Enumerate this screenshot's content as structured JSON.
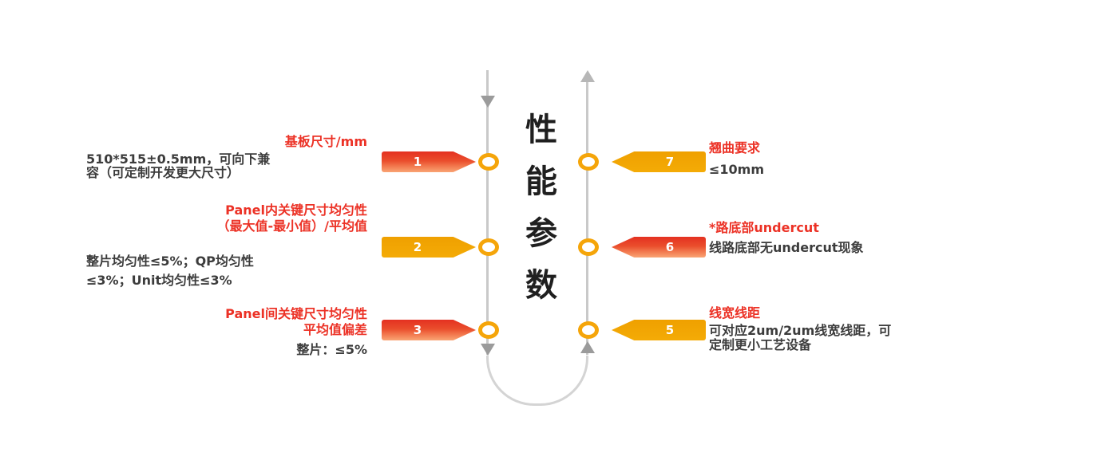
{
  "diagram": {
    "center_title": {
      "text": "性能参数",
      "chars": [
        "性",
        "能",
        "参",
        "数"
      ]
    },
    "left_items": [
      {
        "number": "1",
        "badge_color": "red",
        "title_lines": [
          "基板尺寸/mm"
        ],
        "body_lines": [
          "510*515±0.5mm，可向下兼",
          "容（可定制开发更大尺寸）"
        ]
      },
      {
        "number": "2",
        "badge_color": "orange",
        "title_lines": [
          "Panel内关键尺寸均匀性",
          "（最大值-最小值）/平均值"
        ],
        "body_lines": [
          "整片均匀性≤5%；QP均匀性",
          "≤3%；Unit均匀性≤3%"
        ]
      },
      {
        "number": "3",
        "badge_color": "red",
        "title_lines": [
          "Panel间关键尺寸均匀性",
          "平均值偏差"
        ],
        "body_lines": [
          "整片：≤5%"
        ]
      }
    ],
    "right_items": [
      {
        "number": "7",
        "badge_color": "orange",
        "title_lines": [
          "翘曲要求"
        ],
        "body_lines": [
          "≤10mm"
        ]
      },
      {
        "number": "6",
        "badge_color": "red",
        "title_lines": [
          "*路底部undercut"
        ],
        "body_lines": [
          "线路底部无undercut现象"
        ]
      },
      {
        "number": "5",
        "badge_color": "orange",
        "title_lines": [
          "线宽线距"
        ],
        "body_lines": [
          "可对应2um/2um线宽线距，可",
          "定制更小工艺设备"
        ]
      }
    ],
    "colors": {
      "title_red": "#EC3226",
      "body_text": "#3C3C3C",
      "badge_red_top": "#E43120",
      "badge_red_bottom": "#F9A475",
      "badge_orange": "#F2A605",
      "ring_orange": "#F5A50A",
      "line_gray": "#C9C9C9",
      "arrow_gray": "#9B9B9B"
    }
  }
}
